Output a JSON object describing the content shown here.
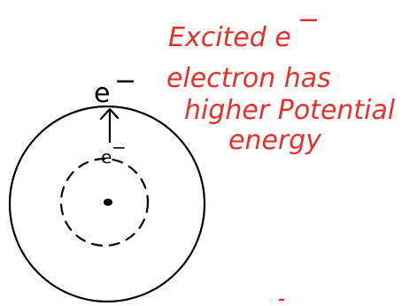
{
  "labels": {
    "outer_electron": "e",
    "outer_electron_charge": "−",
    "inner_electron": "e",
    "inner_electron_charge": "−"
  },
  "annotation": {
    "line1": "Excited e",
    "line1_charge": "−",
    "line2": "electron has",
    "line3": "higher Potential",
    "line4": "energy"
  },
  "colors": {
    "ink": "#000000",
    "annotation": "#e8302a"
  }
}
